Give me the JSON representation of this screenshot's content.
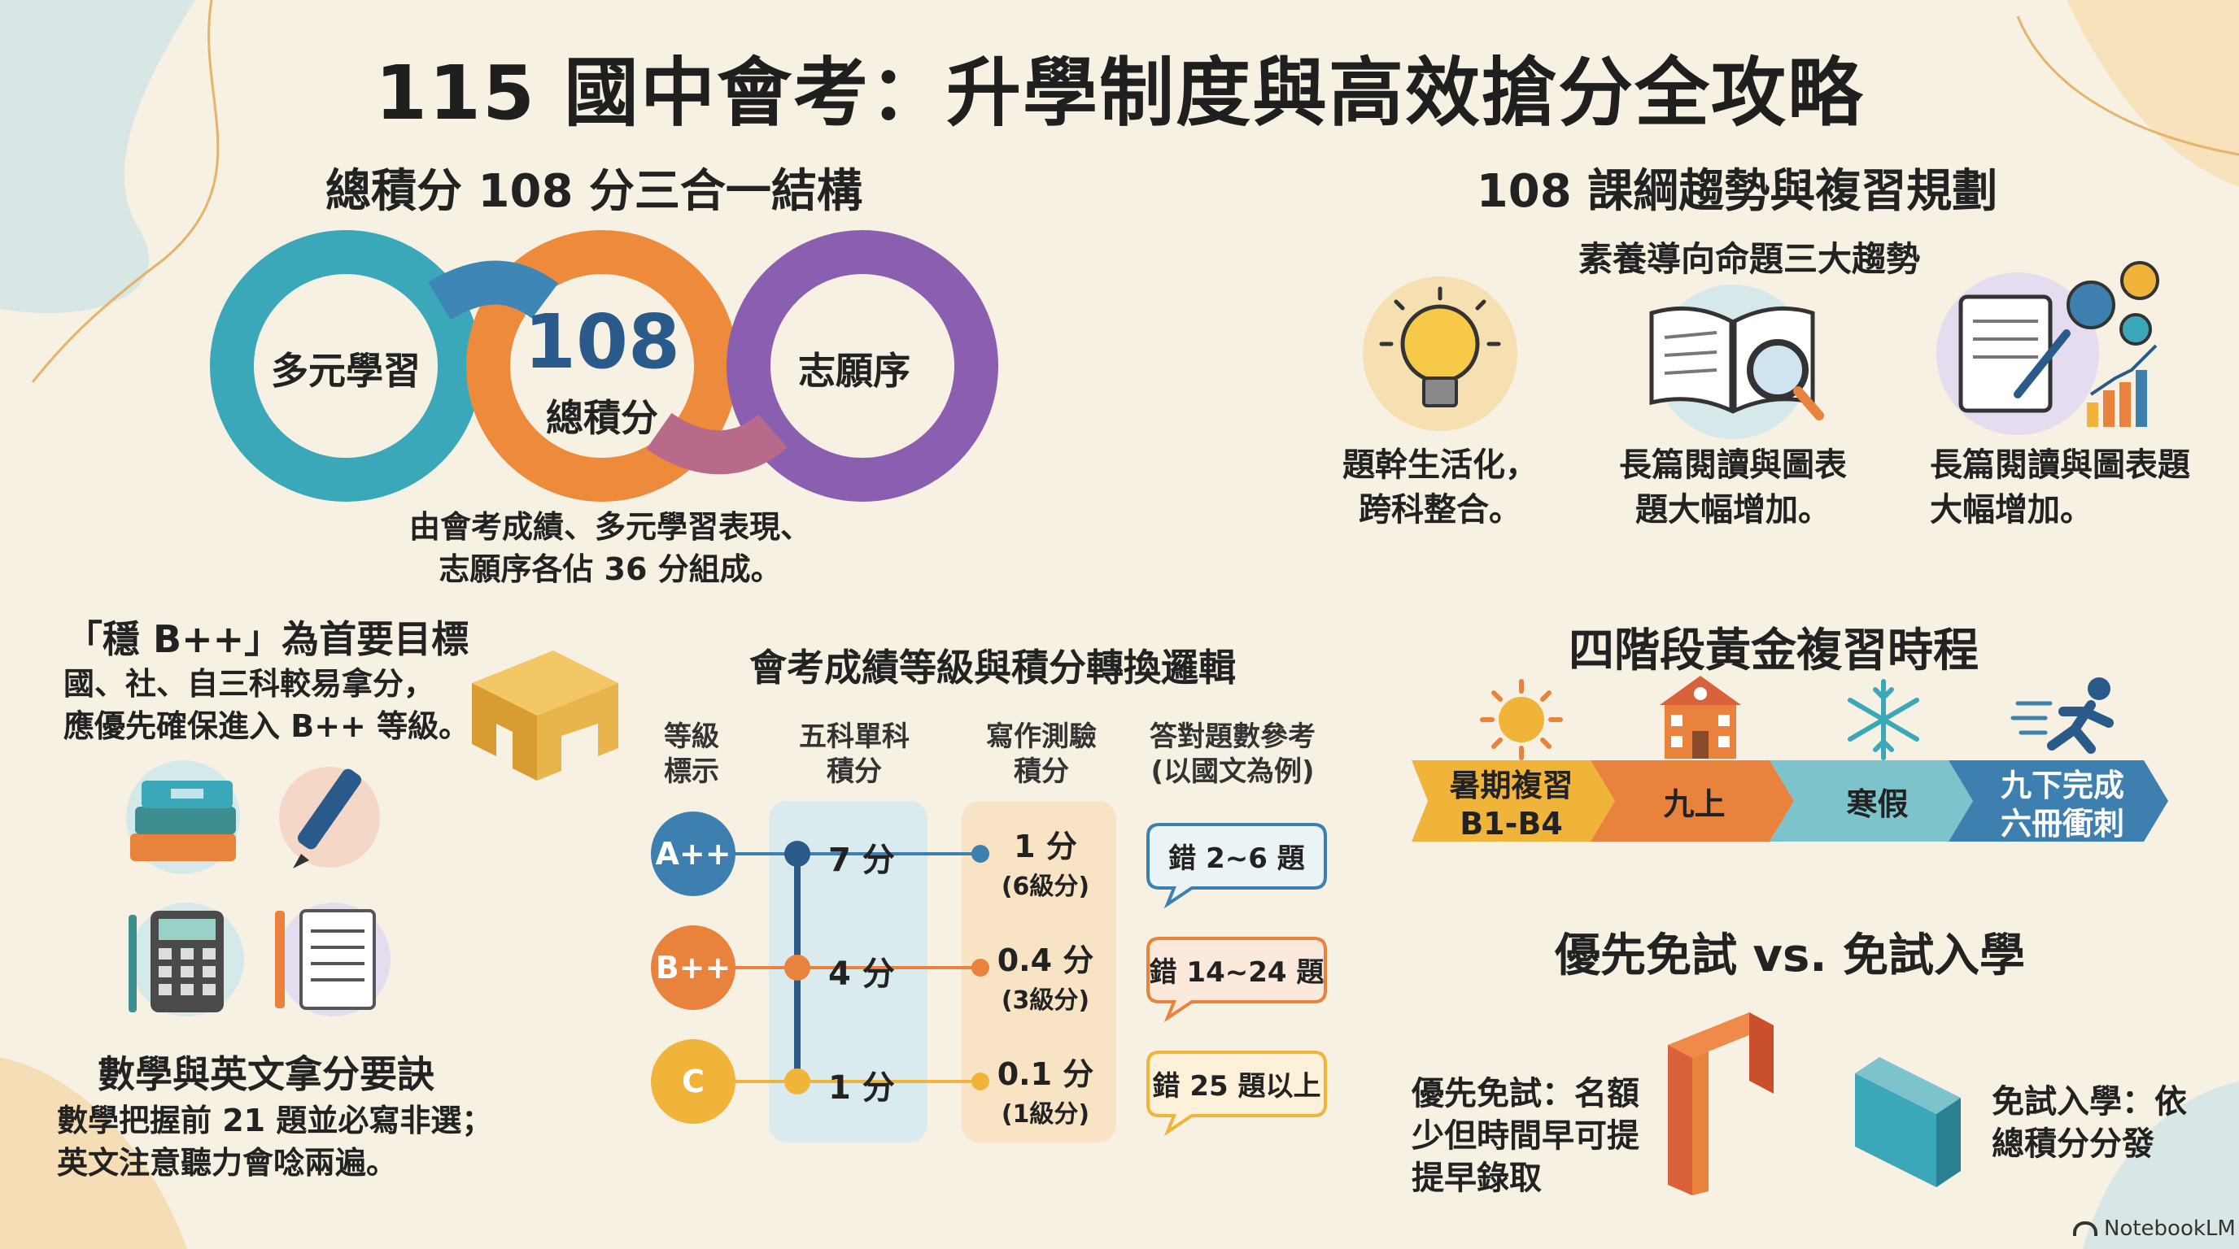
{
  "title": "115 國中會考：升學制度與高效搶分全攻略",
  "left": {
    "heading": "總積分 108 分三合一結構",
    "loop": {
      "left_label": "多元學習",
      "center_number": "108",
      "center_label": "總積分",
      "right_label": "志願序"
    },
    "caption_line1": "由會考成績、多元學習表現、",
    "caption_line2": "志願序各佔 36 分組成。",
    "goal_title": "「穩 B++」為首要目標",
    "goal_line1": "國、社、自三科較易拿分，",
    "goal_line2": "應優先確保進入 B++ 等級。",
    "tips_title": "數學與英文拿分要訣",
    "tips_line1": "數學把握前 21 題並必寫非選；",
    "tips_line2": "英文注意聽力會唸兩遍。"
  },
  "table": {
    "heading": "會考成績等級與積分轉換邏輯",
    "col1": [
      "等級",
      "標示"
    ],
    "col2": [
      "五科單科",
      "積分"
    ],
    "col3": [
      "寫作測驗",
      "積分"
    ],
    "col4": [
      "答對題數參考",
      "(以國文為例)"
    ],
    "rows": [
      {
        "grade": "A++",
        "score": "7 分",
        "writing": "1 分",
        "writing_level": "(6級分)",
        "reference": "錯 2~6 題",
        "color": "#3d7fae"
      },
      {
        "grade": "B++",
        "score": "4 分",
        "writing": "0.4 分",
        "writing_level": "(3級分)",
        "reference": "錯 14~24 題",
        "color": "#e8823c"
      },
      {
        "grade": "C",
        "score": "1 分",
        "writing": "0.1 分",
        "writing_level": "(1級分)",
        "reference": "錯 25 題以上",
        "color": "#f0b43a"
      }
    ]
  },
  "right": {
    "heading": "108 課綱趨勢與複習規劃",
    "trends_title": "素養導向命題三大趨勢",
    "trends": [
      {
        "line1": "題幹生活化，",
        "line2": "跨科整合。"
      },
      {
        "line1": "長篇閱讀與圖表",
        "line2": "題大幅增加。"
      },
      {
        "line1": "長篇閱讀與圖表題",
        "line2": "大幅增加。"
      }
    ],
    "schedule_title": "四階段黃金複習時程",
    "schedule": [
      {
        "line1": "暑期複習",
        "line2": "B1-B4",
        "color": "#f0b43a"
      },
      {
        "line1": "九上",
        "line2": "",
        "color": "#e8823c"
      },
      {
        "line1": "寒假",
        "line2": "",
        "color": "#7cc3cc"
      },
      {
        "line1": "九下完成",
        "line2": "六冊衝刺",
        "color": "#3d7fae"
      }
    ],
    "admission_title": "優先免試 vs. 免試入學",
    "priority_line1": "優先免試：名額",
    "priority_line2": "少但時間早可提",
    "priority_line3": "提早錄取",
    "regular_line1": "免試入學：依",
    "regular_line2": "總積分分發"
  },
  "footer": {
    "brand": "NotebookLM"
  },
  "colors": {
    "teal": "#3aa8b8",
    "orange": "#ee8a3b",
    "purple": "#8a5fb0",
    "navy": "#2a5a8a"
  }
}
